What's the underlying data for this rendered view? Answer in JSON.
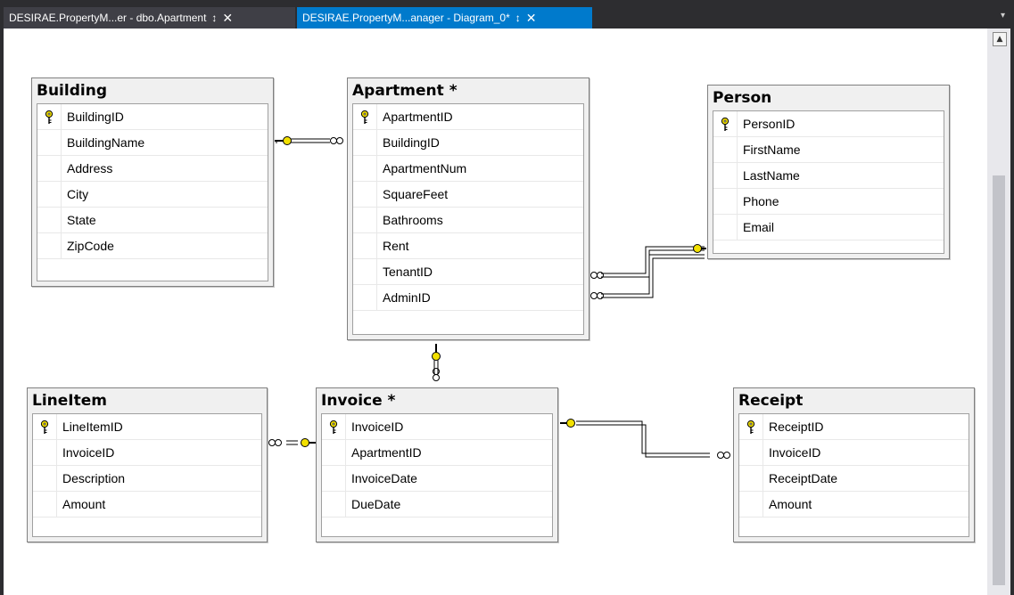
{
  "tabs": [
    {
      "label": "DESIRAE.PropertyM...er - dbo.Apartment",
      "pin": "↕",
      "close": "✕"
    },
    {
      "label": "DESIRAE.PropertyM...anager - Diagram_0*",
      "pin": "↕",
      "close": "✕"
    }
  ],
  "tab_overflow": "▾",
  "scroll_up": "▲",
  "tables": {
    "building": {
      "title": "Building",
      "columns": [
        "BuildingID",
        "BuildingName",
        "Address",
        "City",
        "State",
        "ZipCode"
      ]
    },
    "apartment": {
      "title": "Apartment *",
      "columns": [
        "ApartmentID",
        "BuildingID",
        "ApartmentNum",
        "SquareFeet",
        "Bathrooms",
        "Rent",
        "TenantID",
        "AdminID"
      ]
    },
    "person": {
      "title": "Person",
      "columns": [
        "PersonID",
        "FirstName",
        "LastName",
        "Phone",
        "Email"
      ]
    },
    "lineitem": {
      "title": "LineItem",
      "columns": [
        "LineItemID",
        "InvoiceID",
        "Description",
        "Amount"
      ]
    },
    "invoice": {
      "title": "Invoice *",
      "columns": [
        "InvoiceID",
        "ApartmentID",
        "InvoiceDate",
        "DueDate"
      ]
    },
    "receipt": {
      "title": "Receipt",
      "columns": [
        "ReceiptID",
        "InvoiceID",
        "ReceiptDate",
        "Amount"
      ]
    }
  },
  "icons": {
    "primary_key": "key-icon",
    "one_end": "key-icon",
    "many_end": "infinity-icon"
  },
  "colors": {
    "tab_active": "#007acc",
    "tab_inactive": "#3f3f46",
    "chrome": "#2d2d30",
    "key": "#f2e000"
  }
}
